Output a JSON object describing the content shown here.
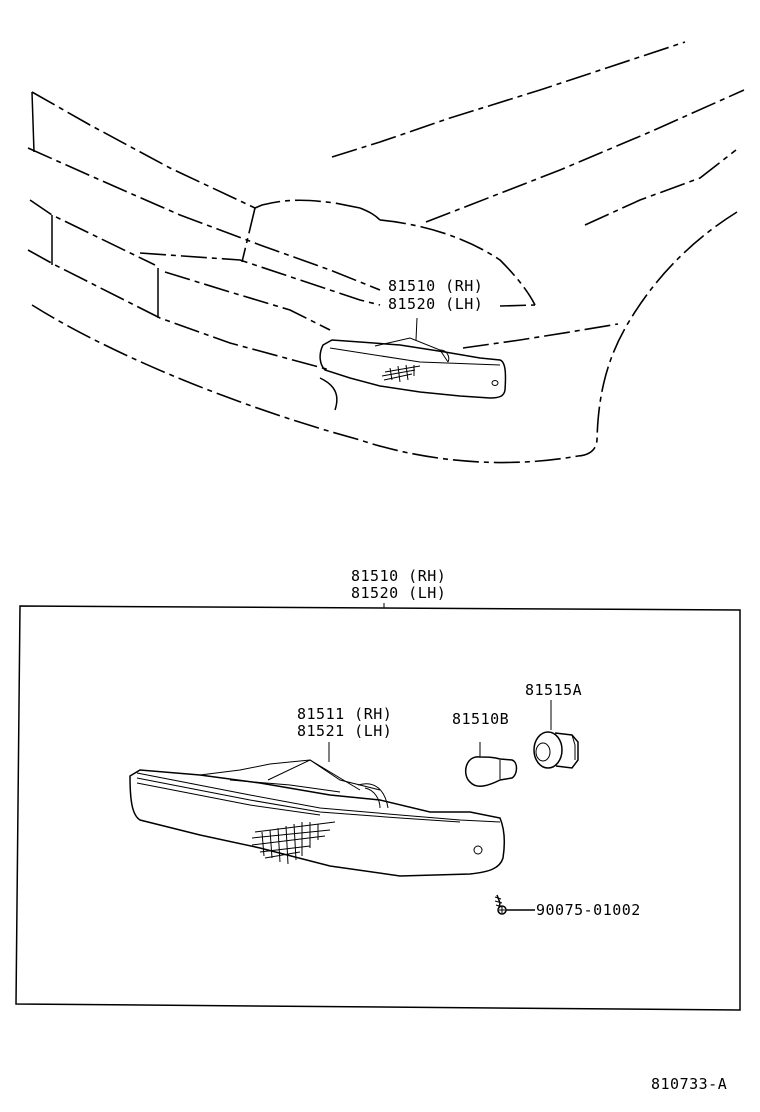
{
  "diagram": {
    "type": "parts-exploded-view",
    "subject": "front turn signal / clearance lamp",
    "background": "#ffffff",
    "line_color": "#000000"
  },
  "vehicle_view": {
    "callout": {
      "line1": "81510 (RH)",
      "line2": "81520 (LH)"
    }
  },
  "assembly_box": {
    "header": {
      "line1": "81510 (RH)",
      "line2": "81520 (LH)"
    },
    "parts": [
      {
        "id": "lens-housing",
        "line1": "81511 (RH)",
        "line2": "81521 (LH)"
      },
      {
        "id": "bulb",
        "line1": "81510B"
      },
      {
        "id": "socket",
        "line1": "81515A"
      },
      {
        "id": "screw",
        "line1": "90075-01002"
      }
    ]
  },
  "figure_code": "810733-A"
}
